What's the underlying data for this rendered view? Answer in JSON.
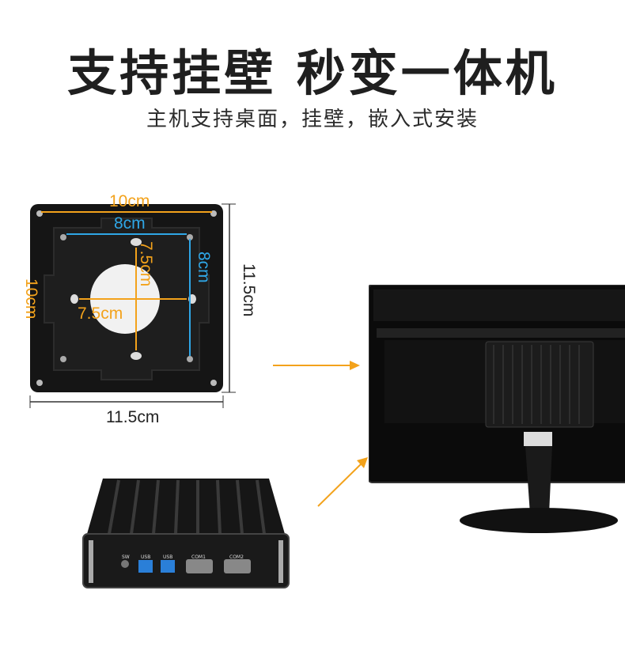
{
  "header": {
    "title": "支持挂壁 秒变一体机",
    "subtitle": "主机支持桌面，挂壁，嵌入式安装"
  },
  "bracket": {
    "outer_width_top": "10cm",
    "inner_width_top": "8cm",
    "inner_height_v": "7.5cm",
    "inner_width_h": "7.5cm",
    "inner_height_right": "8cm",
    "outer_height_left": "10cm",
    "overall_height": "11.5cm",
    "overall_width": "11.5cm"
  },
  "minipc": {
    "ports": [
      "SW",
      "USB",
      "USB",
      "COM1",
      "COM2"
    ]
  }
}
